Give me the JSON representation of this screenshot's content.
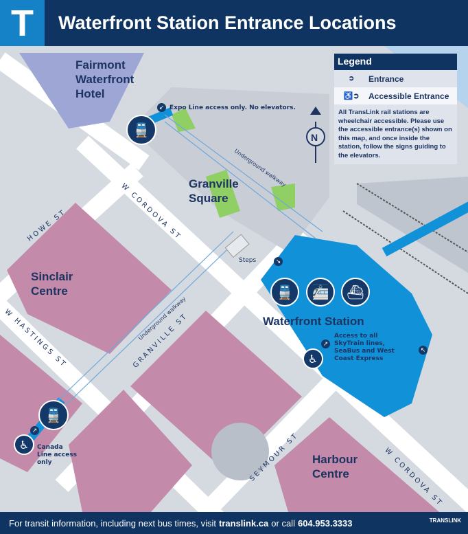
{
  "header": {
    "logo_letter": "T",
    "title": "Waterfront Station Entrance Locations"
  },
  "places": {
    "hotel": "Fairmont Waterfront Hotel",
    "square": "Granville Square",
    "sinclair": "Sinclair Centre",
    "station": "Waterfront Station",
    "harbour": "Harbour Centre"
  },
  "streets": {
    "howe": "HOWE ST",
    "cordova1": "W CORDOVA ST",
    "hastings": "W HASTINGS ST",
    "granville": "GRANVILLE ST",
    "seymour": "SEYMOUR ST",
    "cordova2": "W CORDOVA ST",
    "walk1": "Underground walkway",
    "walk2": "Underground walkway",
    "steps": "Steps"
  },
  "notes": {
    "expo": "Expo Line access only. No elevators.",
    "access": "Access to all SkyTrain lines, SeaBus and West Coast Express",
    "canada": "Canada Line access only"
  },
  "north": "N",
  "legend": {
    "title": "Legend",
    "entrance": "Entrance",
    "accessible": "Accessible Entrance",
    "note": "All TransLink rail stations are wheelchair accessible.  Please use the accessible entrance(s) shown on this map, and once inside the station, follow the signs guiding to the elevators."
  },
  "footer": {
    "pre": "For transit information, including next bus times, visit",
    "site": "translink.ca",
    "mid": "or call",
    "phone": "604.953.3333",
    "logo": "TRANSLINK"
  },
  "colors": {
    "navy": "#0f3461",
    "blue": "#1581c6",
    "station": "#1192d8",
    "block": "#c38aa9",
    "hotel": "#9ea6d6"
  }
}
